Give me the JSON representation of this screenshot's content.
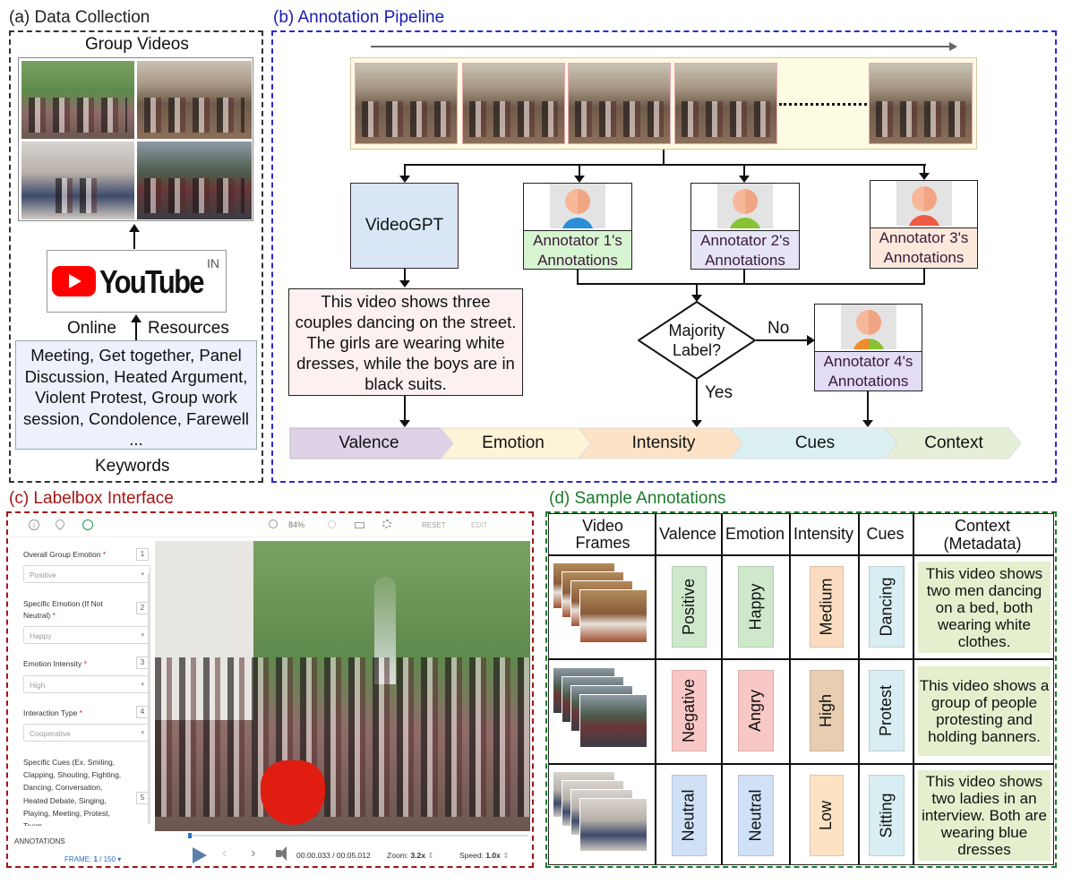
{
  "panel_a": {
    "title": "(a) Data Collection",
    "group_videos": "Group Videos",
    "youtube_word": "YouTube",
    "youtube_region": "IN",
    "online": "Online",
    "resources": "Resources",
    "keywords_text": "Meeting, Get together, Panel Discussion, Heated Argument, Violent Protest, Group work session, Condolence, Farewell ...",
    "keywords": "Keywords"
  },
  "panel_b": {
    "title": "(b) Annotation Pipeline",
    "videogpt": "VideoGPT",
    "annotators": [
      {
        "line1": "Annotator 1's",
        "line2": "Annotations",
        "bg": "#d8f5d2",
        "shirt": "#2a8fd8"
      },
      {
        "line1": "Annotator 2's",
        "line2": "Annotations",
        "bg": "#e6e5f7",
        "shirt": "#86c232"
      },
      {
        "line1": "Annotator 3's",
        "line2": "Annotations",
        "bg": "#fde9dc",
        "shirt": "#ef5a44"
      },
      {
        "line1": "Annotator 4's",
        "line2": "Annotations",
        "bg": "#e2dcf4",
        "shirt": "#f08a2a"
      }
    ],
    "caption": "This video shows three couples dancing on the street. The girls are wearing white dresses, while the boys are in black suits.",
    "decision": "Majority Label?",
    "no": "No",
    "yes": "Yes",
    "outputs": [
      "Valence",
      "Emotion",
      "Intensity",
      "Cues",
      "Context"
    ]
  },
  "panel_c": {
    "title": "(c) Labelbox Interface",
    "zoom_pct": "84%",
    "reset": "RESET",
    "edit": "EDIT",
    "fields": [
      {
        "label": "Overall Group Emotion",
        "req": "*",
        "value": "Positive",
        "num": "1"
      },
      {
        "label": "Specific Emotion (If Not Neutral)",
        "req": "*",
        "value": "Happy",
        "num": "2"
      },
      {
        "label": "Emotion Intensity",
        "req": "*",
        "value": "High",
        "num": "3"
      },
      {
        "label": "Interaction Type",
        "req": "*",
        "value": "Cooperative",
        "num": "4"
      }
    ],
    "cues_label": "Specific Cues (Ex. Smiling, Clapping, Shouting, Fighting, Dancing, Conversation, Heated Debate, Singing, Playing, Meeting, Protest, Team",
    "cues_num": "5",
    "annotations": "ANNOTATIONS",
    "frame_prefix": "FRAME:",
    "frame_cur": "1",
    "frame_total": "/ 150",
    "time": "00:00.033 / 00:05.012",
    "zoom_label": "Zoom:",
    "zoom_val": "3.2x",
    "speed_label": "Speed:",
    "speed_val": "1.0x"
  },
  "panel_d": {
    "title": "(d) Sample Annotations",
    "headers": [
      "Video Frames",
      "Valence",
      "Emotion",
      "Intensity",
      "Cues",
      "Context (Metadata)"
    ],
    "rows": [
      {
        "valence": "Positive",
        "emotion": "Happy",
        "intensity": "Medium",
        "cues": "Dancing",
        "context": "This video shows two men dancing on a bed, both wearing white clothes."
      },
      {
        "valence": "Negative",
        "emotion": "Angry",
        "intensity": "High",
        "cues": "Protest",
        "context": "This video shows a group of people protesting and holding banners."
      },
      {
        "valence": "Neutral",
        "emotion": "Neutral",
        "intensity": "Low",
        "cues": "Sitting",
        "context": "This video shows two ladies in an interview. Both are wearing blue dresses"
      }
    ]
  },
  "colors": {
    "panel_a_title": "#222222",
    "panel_b_title": "#1a1ab8",
    "panel_c_title": "#a51515",
    "panel_d_title": "#1a7a2a",
    "positive": "#cfe8cc",
    "negative": "#f7c8c6",
    "neutral": "#cfe0f7",
    "happy": "#cfe8cc",
    "angry": "#f7c8c6",
    "medium": "#fbdcc0",
    "high": "#e8cdb0",
    "low": "#fde2c4",
    "cues": "#d9eef2",
    "context": "#e5efce"
  }
}
